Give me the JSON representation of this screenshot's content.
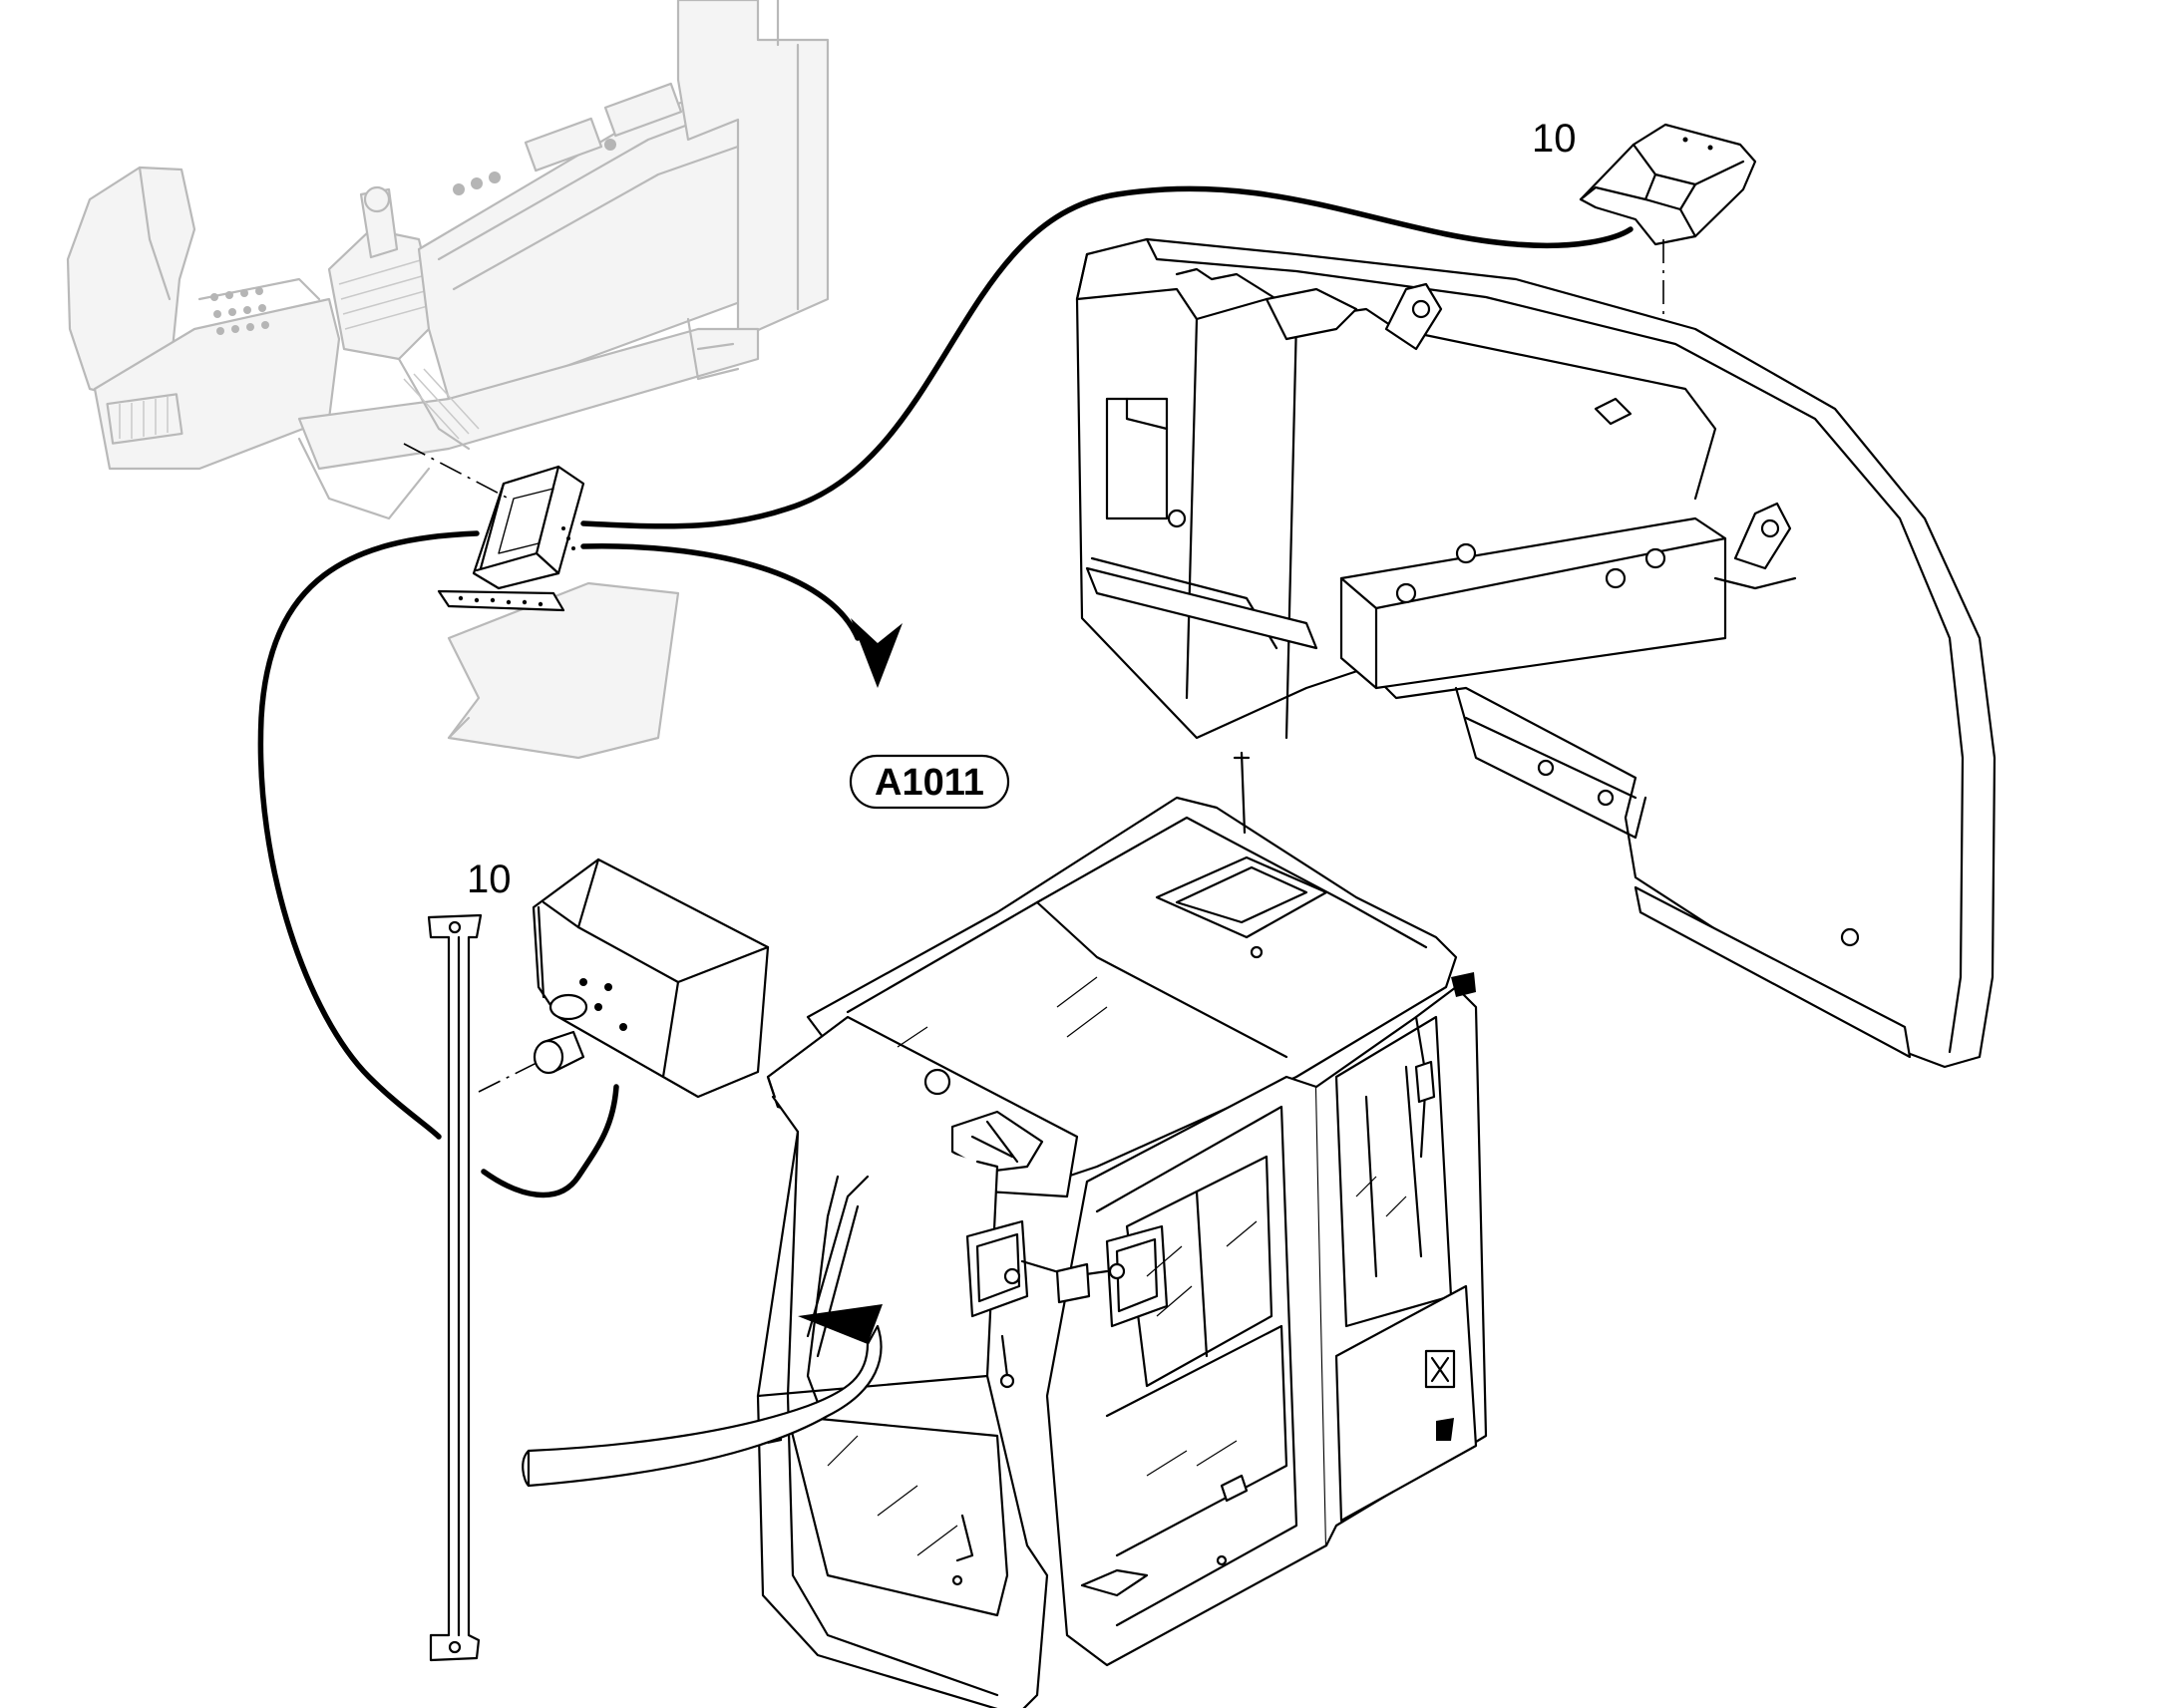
{
  "callouts": {
    "upper_right_label": "10",
    "middle_left_label": "10"
  },
  "reference": {
    "label": "A1011"
  },
  "colors": {
    "line": "#000000",
    "ghost_line": "#b9b9b9",
    "background": "#ffffff"
  }
}
